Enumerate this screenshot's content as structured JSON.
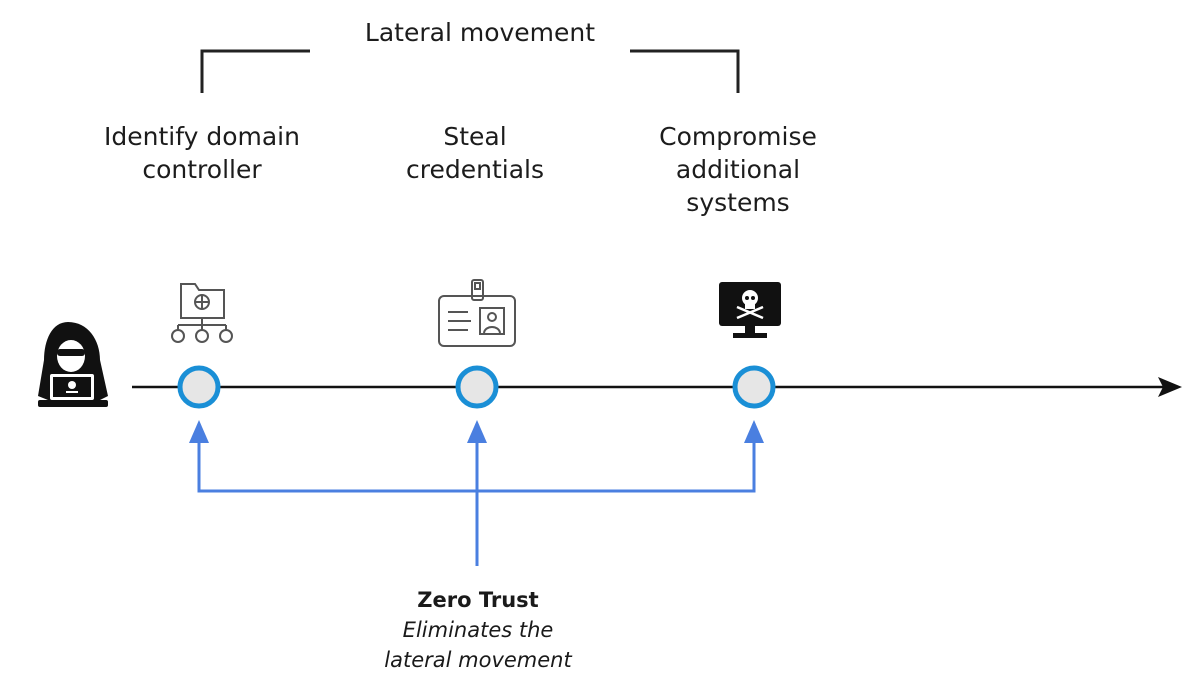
{
  "lateral_movement": {
    "title": "Lateral movement"
  },
  "steps": [
    {
      "label": "Identify domain\ncontroller",
      "icon": "network-folder-icon"
    },
    {
      "label": "Steal\ncredentials",
      "icon": "id-badge-icon"
    },
    {
      "label": "Compromise\nadditional\nsystems",
      "icon": "infected-monitor-icon"
    }
  ],
  "actor": {
    "icon": "hacker-icon"
  },
  "zero_trust": {
    "title": "Zero Trust",
    "description": "Eliminates the\nlateral movement"
  },
  "colors": {
    "accent": "#1a8fd6",
    "arrow": "#4a7fe0",
    "node_fill": "#e6e6e6",
    "line": "#111111"
  }
}
